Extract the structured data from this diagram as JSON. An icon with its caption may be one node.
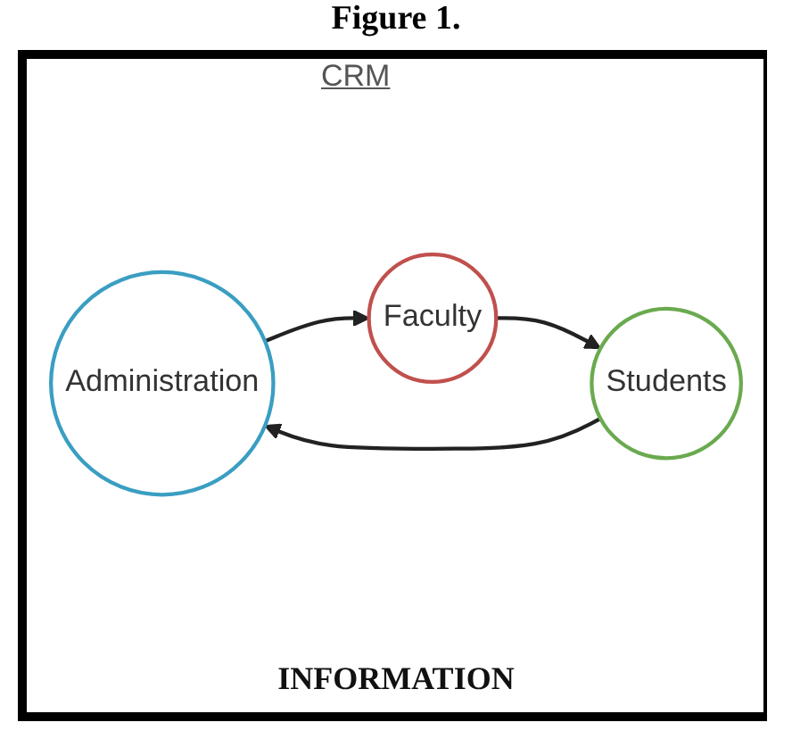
{
  "diagram": {
    "title": "Figure 1.",
    "nodes": [
      {
        "text": [
          "Administration"
        ]
      },
      {
        "text": [
          "Faculty"
        ]
      },
      {
        "text": [
          "Students"
        ]
      }
    ],
    "edges": [
      {
        "from": 0,
        "to": 1,
        "arrow": "to"
      },
      {
        "from": 1,
        "to": 2,
        "arrow": "to"
      },
      {
        "from": 2,
        "to": 0,
        "arrow": "to"
      }
    ],
    "labels": [
      "CRM",
      "INFORMATION"
    ]
  }
}
